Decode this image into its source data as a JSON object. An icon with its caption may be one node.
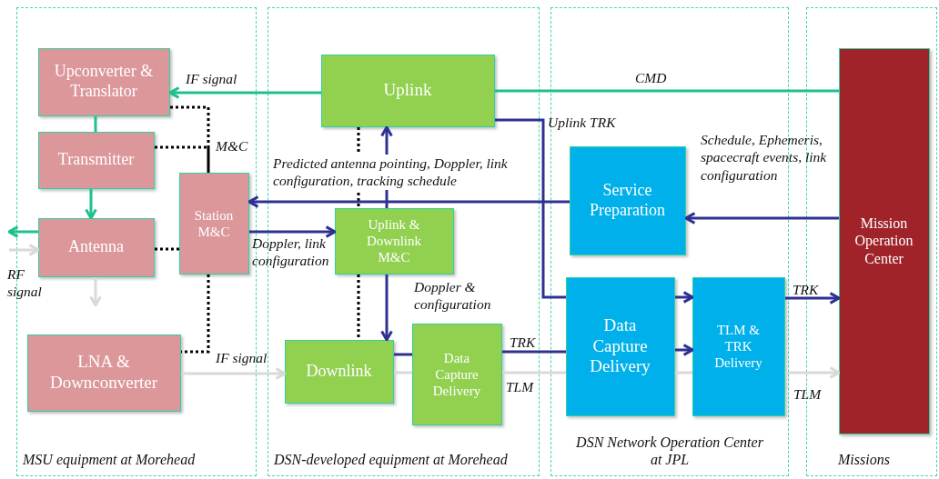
{
  "diagram": {
    "nodes": [
      {
        "text": [
          "MSU equipment at Morehead"
        ]
      },
      {
        "text": [
          "DSN-developed equipment at Morehead"
        ]
      },
      {
        "text": [
          "DSN Network Operation Center at JPL"
        ]
      },
      {
        "text": [
          "Missions"
        ]
      },
      {
        "text": [
          "Upconverter & Translator"
        ],
        "in": 0
      },
      {
        "text": [
          "Transmitter"
        ],
        "in": 0
      },
      {
        "text": [
          "Antenna"
        ],
        "in": 0
      },
      {
        "text": [
          "Station M&C"
        ],
        "in": 0
      },
      {
        "text": [
          "LNA & Downconverter"
        ],
        "in": 0
      },
      {
        "text": [
          "Uplink"
        ],
        "in": 1
      },
      {
        "text": [
          "Uplink & Downlink M&C"
        ],
        "in": 1
      },
      {
        "text": [
          "Downlink"
        ],
        "in": 1
      },
      {
        "text": [
          "Data Capture Delivery"
        ],
        "in": 1
      },
      {
        "text": [
          "Service Preparation"
        ],
        "in": 2
      },
      {
        "text": [
          "Data Capture Delivery"
        ],
        "in": 2
      },
      {
        "text": [
          "TLM & TRK Delivery"
        ],
        "in": 2
      },
      {
        "text": [
          "Mission Operation Center"
        ],
        "in": 3
      }
    ],
    "edges": [
      {
        "from": 16,
        "to": 9,
        "arrow": "none",
        "label": "CMD",
        "color": "#1ec08f"
      },
      {
        "from": 9,
        "to": 4,
        "arrow": "to",
        "label": "IF signal",
        "color": "#1ec08f"
      },
      {
        "from": 4,
        "to": 5,
        "arrow": "none",
        "color": "#1ec08f"
      },
      {
        "from": 5,
        "to": 6,
        "arrow": "to",
        "color": "#1ec08f"
      },
      {
        "from": 6,
        "to": null,
        "arrow": "to",
        "color": "#1ec08f"
      },
      {
        "from": null,
        "to": 6,
        "arrow": "to",
        "label": "RF signal",
        "color": "#d9d9d9"
      },
      {
        "from": 6,
        "to": null,
        "arrow": "to",
        "color": "#d9d9d9"
      },
      {
        "from": 4,
        "to": 7,
        "arrow": "none",
        "style": "dashed",
        "color": "#000000"
      },
      {
        "from": 5,
        "to": 7,
        "arrow": "none",
        "label": "M&C",
        "style": "dashed",
        "color": "#000000"
      },
      {
        "from": 6,
        "to": 7,
        "arrow": "none",
        "style": "dashed",
        "color": "#000000"
      },
      {
        "from": 7,
        "to": 8,
        "arrow": "none",
        "style": "dashed",
        "color": "#000000"
      },
      {
        "from": 9,
        "to": 10,
        "arrow": "none",
        "style": "dashed",
        "color": "#000000"
      },
      {
        "from": 10,
        "to": 11,
        "arrow": "none",
        "style": "dashed",
        "color": "#000000"
      },
      {
        "from": 13,
        "to": 7,
        "arrow": "to",
        "label": "Predicted antenna pointing, Doppler, link configuration, tracking schedule"
      },
      {
        "from": 7,
        "to": 10,
        "arrow": "to",
        "label": "Doppler, link configuration"
      },
      {
        "from": 10,
        "to": 9,
        "arrow": "to"
      },
      {
        "from": 10,
        "to": 11,
        "arrow": "to",
        "label": "Doppler & configuration"
      },
      {
        "from": 16,
        "to": 13,
        "arrow": "to",
        "label": "Schedule, Ephemeris, spacecraft events, link configuration"
      },
      {
        "from": 9,
        "to": 14,
        "arrow": "none",
        "label": "Uplink TRK"
      },
      {
        "from": 11,
        "to": 12,
        "arrow": "none"
      },
      {
        "from": 12,
        "to": 14,
        "arrow": "none",
        "label": "TRK"
      },
      {
        "from": 14,
        "to": 15,
        "arrow": "to"
      },
      {
        "from": 14,
        "to": 15,
        "arrow": "to"
      },
      {
        "from": 15,
        "to": 16,
        "arrow": "to",
        "label": "TRK"
      },
      {
        "from": 8,
        "to": 11,
        "arrow": "to",
        "label": "IF signal",
        "color": "#d9d9d9"
      },
      {
        "from": 11,
        "to": 12,
        "arrow": "none",
        "color": "#d9d9d9"
      },
      {
        "from": 12,
        "to": 14,
        "arrow": "none",
        "label": "TLM",
        "color": "#d9d9d9"
      },
      {
        "from": 14,
        "to": 15,
        "arrow": "none",
        "color": "#d9d9d9"
      },
      {
        "from": 15,
        "to": 16,
        "arrow": "to",
        "label": "TLM",
        "color": "#d9d9d9"
      }
    ]
  }
}
